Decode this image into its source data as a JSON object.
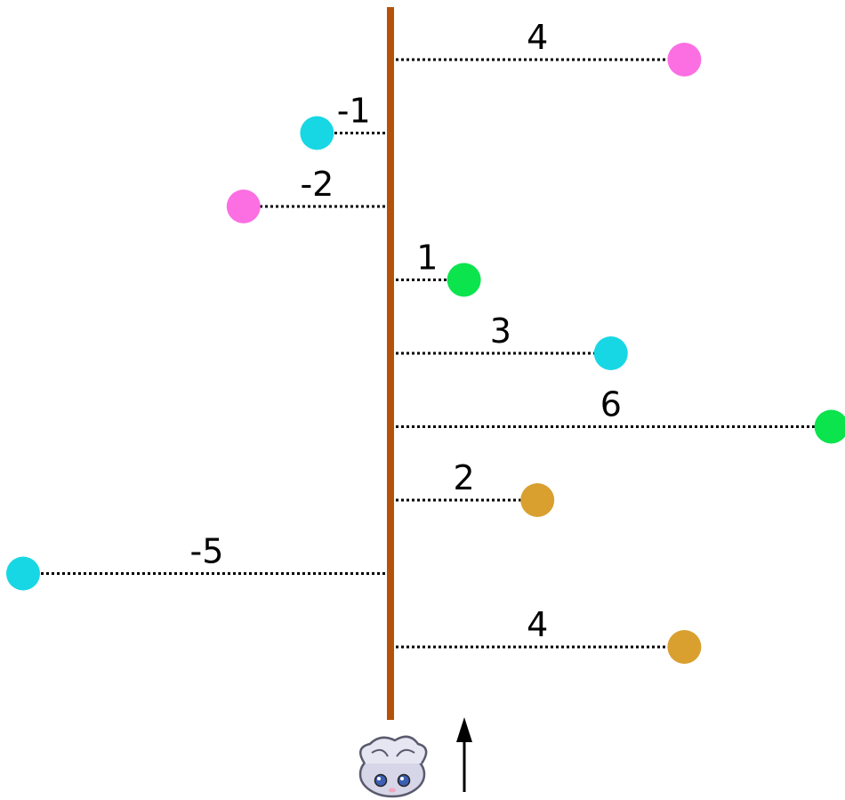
{
  "colors": {
    "pole": "#b5520a",
    "pink": "#fb6fe3",
    "cyan": "#18d7e4",
    "green": "#0be44d",
    "gold": "#d9a030",
    "dots": "#000000",
    "arrow": "#000000"
  },
  "items": [
    {
      "label": "4",
      "value": 4,
      "color": "pink"
    },
    {
      "label": "-1",
      "value": -1,
      "color": "cyan"
    },
    {
      "label": "-2",
      "value": -2,
      "color": "pink"
    },
    {
      "label": "1",
      "value": 1,
      "color": "green"
    },
    {
      "label": "3",
      "value": 3,
      "color": "cyan"
    },
    {
      "label": "6",
      "value": 6,
      "color": "green"
    },
    {
      "label": "2",
      "value": 2,
      "color": "gold"
    },
    {
      "label": "-5",
      "value": -5,
      "color": "cyan"
    },
    {
      "label": "4",
      "value": 4,
      "color": "gold"
    }
  ],
  "character_icon": "espurr-face-icon",
  "direction_icon": "up-arrow-icon"
}
